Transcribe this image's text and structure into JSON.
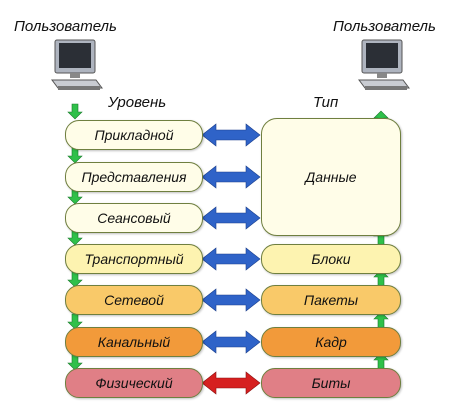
{
  "left_user": "Пользователь",
  "right_user": "Пользователь",
  "col_level": "Уровень",
  "col_type": "Тип",
  "levels": [
    {
      "label": "Прикладной",
      "color": "#fffde8"
    },
    {
      "label": "Представления",
      "color": "#fffde8"
    },
    {
      "label": "Сеансовый",
      "color": "#fffde8"
    },
    {
      "label": "Транспортный",
      "color": "#fdf3b0"
    },
    {
      "label": "Сетевой",
      "color": "#f9c969"
    },
    {
      "label": "Канальный",
      "color": "#f29a3a"
    },
    {
      "label": "Физический",
      "color": "#e07f86"
    }
  ],
  "types": {
    "data": "Данные",
    "blocks": "Блоки",
    "packets": "Пакеты",
    "frame": "Кадр",
    "bits": "Биты"
  },
  "colors": {
    "blue_arrow": "#2f63c8",
    "red_arrow": "#d62020",
    "green_arrow": "#2fc04a",
    "type_transport": "#fdf3b0",
    "type_network": "#f9c969",
    "type_link": "#f29a3a",
    "type_physical": "#e07f86",
    "type_data": "#fffde8"
  }
}
